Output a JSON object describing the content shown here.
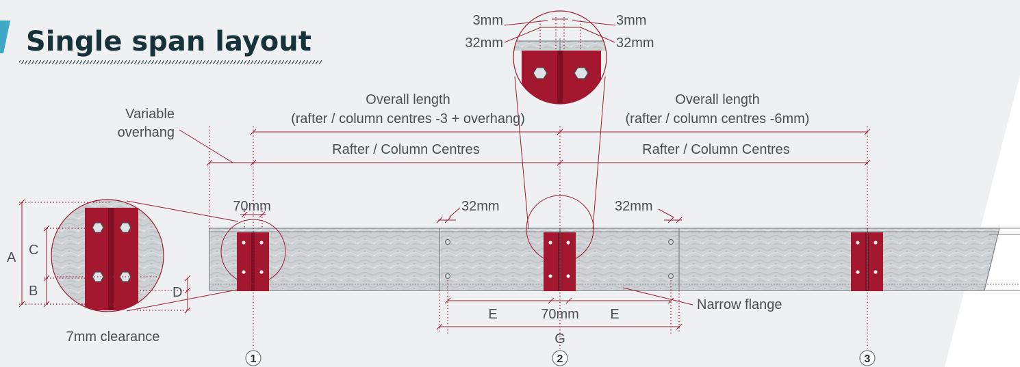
{
  "title": "Single span layout",
  "colors": {
    "accent": "#9b1b30",
    "cleat": "#a3182f",
    "title": "#16333b",
    "beam": "#cdd1d4",
    "stripe": "#3fa9c8"
  },
  "labels": {
    "variable_overhang_1": "Variable",
    "variable_overhang_2": "overhang",
    "overall_left_1": "Overall length",
    "overall_left_2": "(rafter / column centres -3 + overhang)",
    "overall_right_1": "Overall length",
    "overall_right_2": "(rafter / column centres -6mm)",
    "centres_left": "Rafter / Column Centres",
    "centres_right": "Rafter / Column Centres",
    "dim_70_left": "70mm",
    "dim_32_left": "32mm",
    "dim_32_right": "32mm",
    "dim_70_center": "70mm",
    "dim_e_left": "E",
    "dim_e_right": "E",
    "dim_g": "G",
    "narrow_flange": "Narrow flange",
    "clearance": "7mm clearance",
    "dim_a": "A",
    "dim_b": "B",
    "dim_c": "C",
    "dim_d": "D",
    "detail_3mm_left": "3mm",
    "detail_3mm_right": "3mm",
    "detail_32_left": "32mm",
    "detail_32_right": "32mm"
  },
  "supports": [
    "1",
    "2",
    "3"
  ]
}
